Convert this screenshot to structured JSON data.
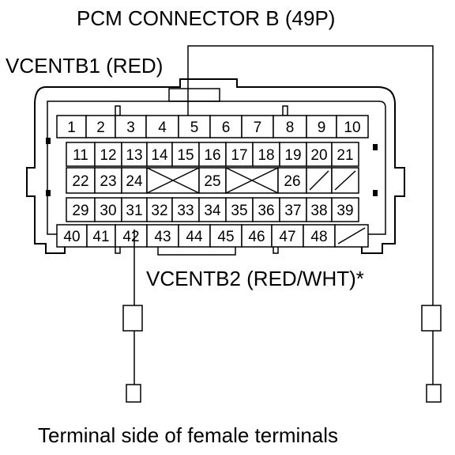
{
  "title": "PCM CONNECTOR B (49P)",
  "wire_label_1": "VCENTB1 (RED)",
  "wire_label_2": "VCENTB2 (RED/WHT)*",
  "caption": "Terminal side of female terminals",
  "connector": {
    "rows": [
      [
        "1",
        "2",
        "3",
        "4",
        "5",
        "6",
        "7",
        "8",
        "9",
        "10"
      ],
      [
        "11",
        "12",
        "13",
        "14",
        "15",
        "16",
        "17",
        "18",
        "19",
        "20",
        "21"
      ],
      [
        "22",
        "23",
        "24",
        "",
        "25",
        "",
        "26",
        "",
        ""
      ],
      [
        "29",
        "30",
        "31",
        "32",
        "33",
        "34",
        "35",
        "36",
        "37",
        "38",
        "39"
      ],
      [
        "40",
        "41",
        "42",
        "43",
        "44",
        "45",
        "46",
        "47",
        "48",
        ""
      ]
    ],
    "highlighted_terminals": [
      "5",
      "42"
    ]
  }
}
